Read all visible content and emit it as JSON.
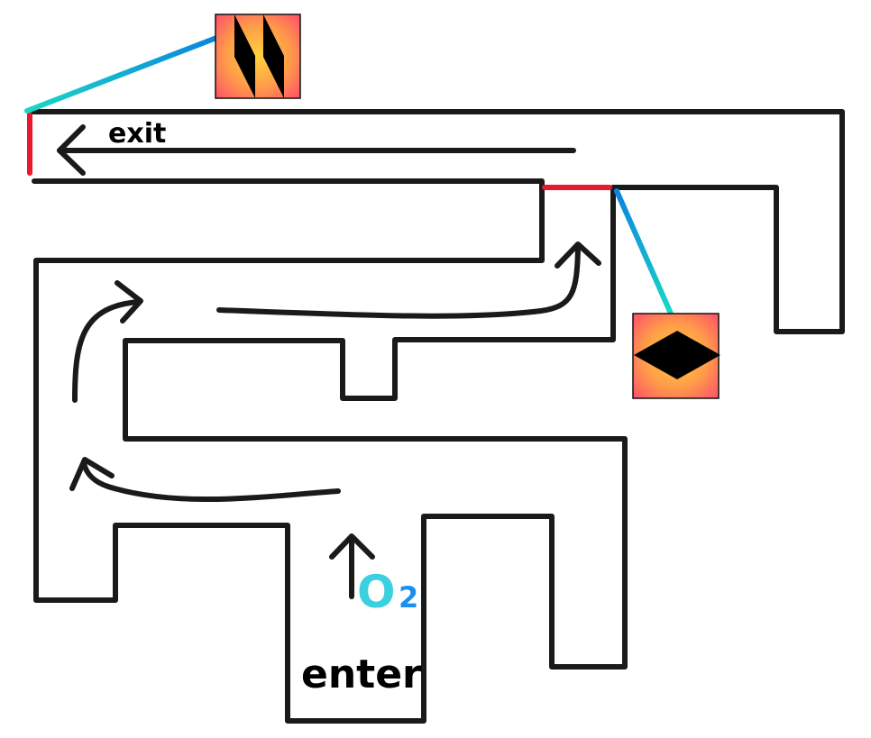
{
  "diagram": {
    "title": "Maze path diagram",
    "labels": {
      "exit": "exit",
      "enter": "enter",
      "oxygen_letter": "O",
      "oxygen_subscript": "2"
    },
    "colors": {
      "wall": "#1a1a1a",
      "door": "#e8192c",
      "connector_start": "#1ad8c4",
      "connector_end": "#0a84e0",
      "badge_center": "#ffd23a",
      "badge_edge": "#ff4f6a",
      "oxygen_O": "#3ccfe0",
      "oxygen_2": "#1c8ef0"
    },
    "badges": [
      {
        "name": "pause-badge",
        "icon": "parallelogram-bars-icon",
        "attached_to": "exit-door"
      },
      {
        "name": "diamond-badge",
        "icon": "diamond-icon",
        "attached_to": "inner-door"
      }
    ],
    "doors": [
      {
        "name": "exit-door",
        "orientation": "vertical"
      },
      {
        "name": "inner-door",
        "orientation": "horizontal"
      }
    ],
    "arrows": [
      {
        "name": "entry-arrow",
        "direction": "up"
      },
      {
        "name": "lower-left-arrow",
        "direction": "left"
      },
      {
        "name": "left-curve-arrow",
        "direction": "up-right"
      },
      {
        "name": "middle-curve-arrow",
        "direction": "right-up"
      },
      {
        "name": "exit-arrow",
        "direction": "left"
      }
    ]
  }
}
